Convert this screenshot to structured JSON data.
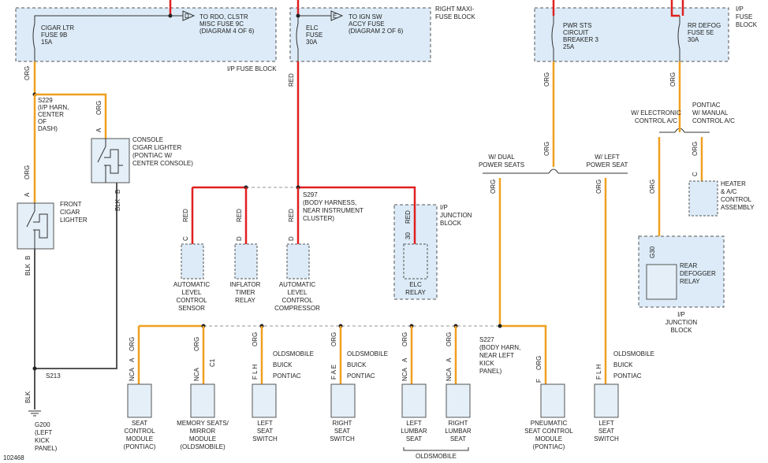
{
  "diagram_id": "102468",
  "top": {
    "ip_fuse_block_label": "I/P FUSE BLOCK",
    "cigar_fuse": [
      "CIGAR LTR",
      "FUSE 9B",
      "15A"
    ],
    "rdo_ref": [
      "TO RDO, CLSTR",
      "MISC FUSE 9C",
      "(DIAGRAM 4 OF 6)"
    ],
    "rdo_conn": "D",
    "right_maxi_label": [
      "RIGHT MAXI-",
      "FUSE BLOCK"
    ],
    "elc_fuse": [
      "ELC",
      "FUSE",
      "30A"
    ],
    "ign_ref": [
      "TO IGN SW",
      "ACCY FUSE",
      "(DIAGRAM 2 OF 6)"
    ],
    "ign_conn": "E",
    "ip_fuse_right_label": [
      "I/P",
      "FUSE",
      "BLOCK"
    ],
    "pwr_sts": [
      "PWR STS",
      "CIRCUIT",
      "BREAKER 3",
      "25A"
    ],
    "rr_defog": [
      "RR DEFOG",
      "FUSE 5E",
      "30A"
    ]
  },
  "wires": {
    "org": "ORG",
    "red": "RED",
    "blk": "BLK"
  },
  "splices": {
    "s229": [
      "S229",
      "(I/P HARN,",
      "CENTER",
      "OF",
      "DASH)"
    ],
    "s297": [
      "S297",
      "(BODY HARNESS,",
      "NEAR INSTRUMENT",
      "CLUSTER)"
    ],
    "s227": [
      "S227",
      "(BODY HARN,",
      "NEAR LEFT",
      "KICK",
      "PANEL)"
    ],
    "s213": "S213",
    "g200": [
      "G200",
      "(LEFT",
      "KICK",
      "PANEL)"
    ]
  },
  "components": {
    "console_lighter": [
      "CONSOLE",
      "CIGAR LIGHTER",
      "(PONTIAC W/",
      "CENTER CONSOLE)"
    ],
    "front_lighter": [
      "FRONT",
      "CIGAR",
      "LIGHTER"
    ],
    "alc_sensor": [
      "AUTOMATIC",
      "LEVEL",
      "CONTROL",
      "SENSOR"
    ],
    "inflator_relay": [
      "INFLATOR",
      "TIMER",
      "RELAY"
    ],
    "alc_compressor": [
      "AUTOMATIC",
      "LEVEL",
      "CONTROL",
      "COMPRESSOR"
    ],
    "ip_junction_block": [
      "I/P",
      "JUNCTION",
      "BLOCK"
    ],
    "elc_relay": [
      "ELC",
      "RELAY"
    ],
    "dual_seats": [
      "W/ DUAL",
      "POWER SEATS"
    ],
    "left_seat": [
      "W/ LEFT",
      "POWER SEAT"
    ],
    "electronic_ac": [
      "W/ ELECTRONIC",
      "CONTROL A/C"
    ],
    "pontiac_manual_ac": [
      "PONTIAC",
      "W/ MANUAL",
      "CONTROL A/C"
    ],
    "heater_ac": [
      "HEATER",
      "& A/C",
      "CONTROL",
      "ASSEMBLY"
    ],
    "rear_defog": [
      "REAR",
      "DEFOGGER",
      "RELAY"
    ],
    "ip_junction_right": [
      "I/P",
      "JUNCTION",
      "BLOCK"
    ],
    "seat_control": [
      "SEAT",
      "CONTROL",
      "MODULE",
      "(PONTIAC)"
    ],
    "memory_seats": [
      "MEMORY SEATS/",
      "MIRROR",
      "MODULE",
      "(OLDSMOBILE)"
    ],
    "left_seat_switch": [
      "LEFT",
      "SEAT",
      "SWITCH"
    ],
    "right_seat_switch": [
      "RIGHT",
      "SEAT",
      "SWITCH"
    ],
    "left_lumbar": [
      "LEFT",
      "LUMBAR",
      "SEAT"
    ],
    "right_lumbar": [
      "RIGHT",
      "LUMBAR",
      "SEAT"
    ],
    "pneumatic": [
      "PNEUMATIC",
      "SEAT CONTROL",
      "MODULE",
      "(PONTIAC)"
    ],
    "left_seat_switch2": [
      "LEFT",
      "SEAT",
      "SWITCH"
    ]
  },
  "makes": [
    "OLDSMOBILE",
    "BUICK",
    "PONTIAC"
  ],
  "oldsmobile_group": "OLDSMOBILE",
  "pins": {
    "a": "A",
    "b": "B",
    "c": "C",
    "d": "D",
    "e": "E",
    "f": "F",
    "h": "H",
    "l": "L",
    "c1": "C1",
    "g30": "G30",
    "n30": "30",
    "nca": "NCA"
  }
}
